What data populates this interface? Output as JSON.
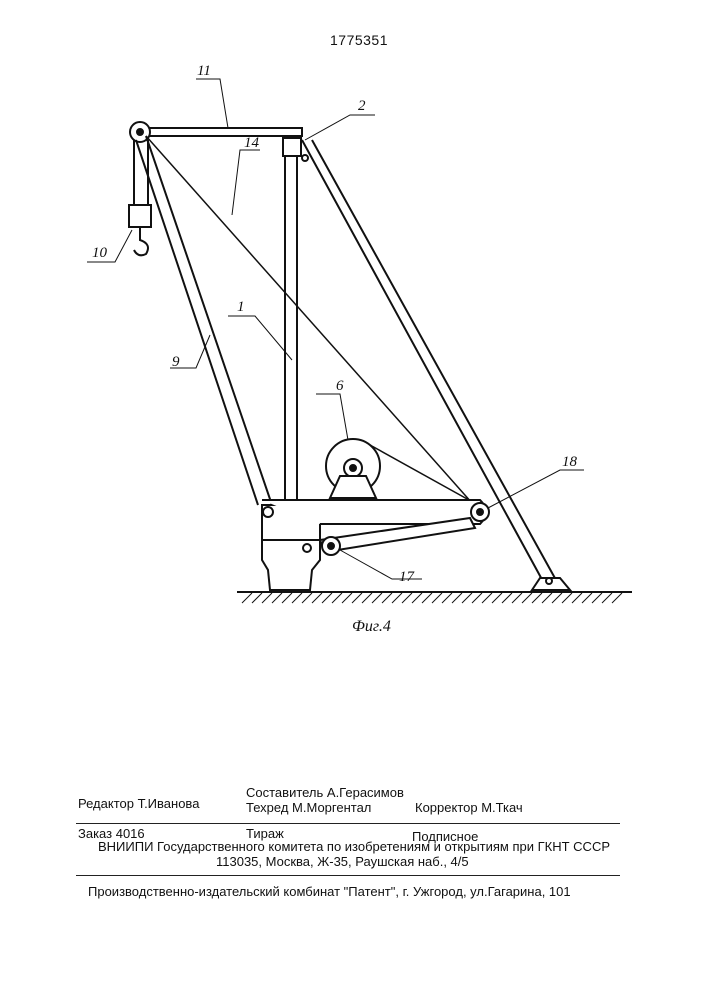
{
  "patent_number": "1775351",
  "figure": {
    "caption": "Фиг.4",
    "labels": {
      "l1": "1",
      "l2": "2",
      "l6": "6",
      "l9": "9",
      "l10": "10",
      "l11": "11",
      "l14": "14",
      "l17": "17",
      "l18": "18"
    }
  },
  "imprint": {
    "editor": "Редактор Т.Иванова",
    "compiler": "Составитель  А.Герасимов",
    "techred": "Техред М.Моргентал",
    "corrector": "Корректор   М.Ткач",
    "order": "Заказ 4016",
    "circulation": "Тираж",
    "subscription": "Подписное",
    "vniipi": "ВНИИПИ Государственного комитета по изобретениям и открытиям при ГКНТ СССР",
    "address": "113035, Москва, Ж-35, Раушская наб., 4/5",
    "publisher": "Производственно-издательский комбинат \"Патент\", г. Ужгород, ул.Гагарина, 101"
  }
}
